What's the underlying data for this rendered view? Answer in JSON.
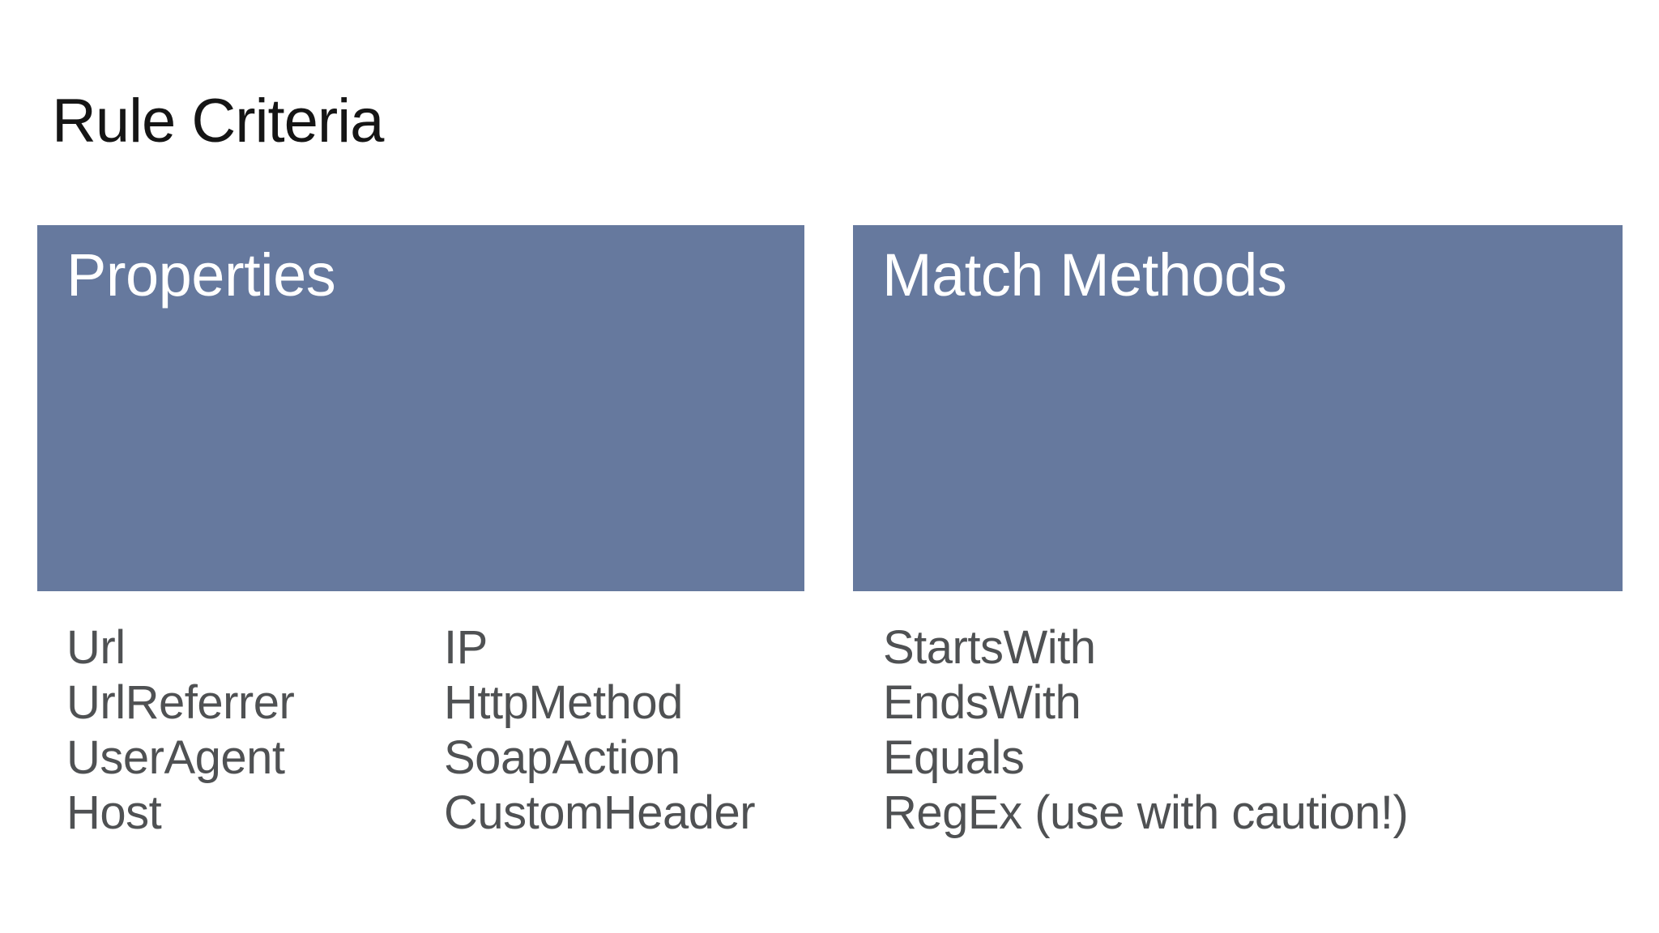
{
  "slide": {
    "title": "Rule Criteria"
  },
  "colors": {
    "background": "#ffffff",
    "panel_fill": "#66799e",
    "panel_header_text": "#ffffff",
    "title_text": "#151515",
    "list_text": "#4f5153"
  },
  "panels": [
    {
      "id": "properties",
      "header": "Properties",
      "columns": [
        [
          "Url",
          "UrlReferrer",
          "UserAgent",
          "Host"
        ],
        [
          "IP",
          "HttpMethod",
          "SoapAction",
          "CustomHeader"
        ]
      ]
    },
    {
      "id": "match-methods",
      "header": "Match Methods",
      "columns": [
        [
          "StartsWith",
          "EndsWith",
          "Equals",
          "RegEx (use with caution!)"
        ]
      ]
    }
  ]
}
